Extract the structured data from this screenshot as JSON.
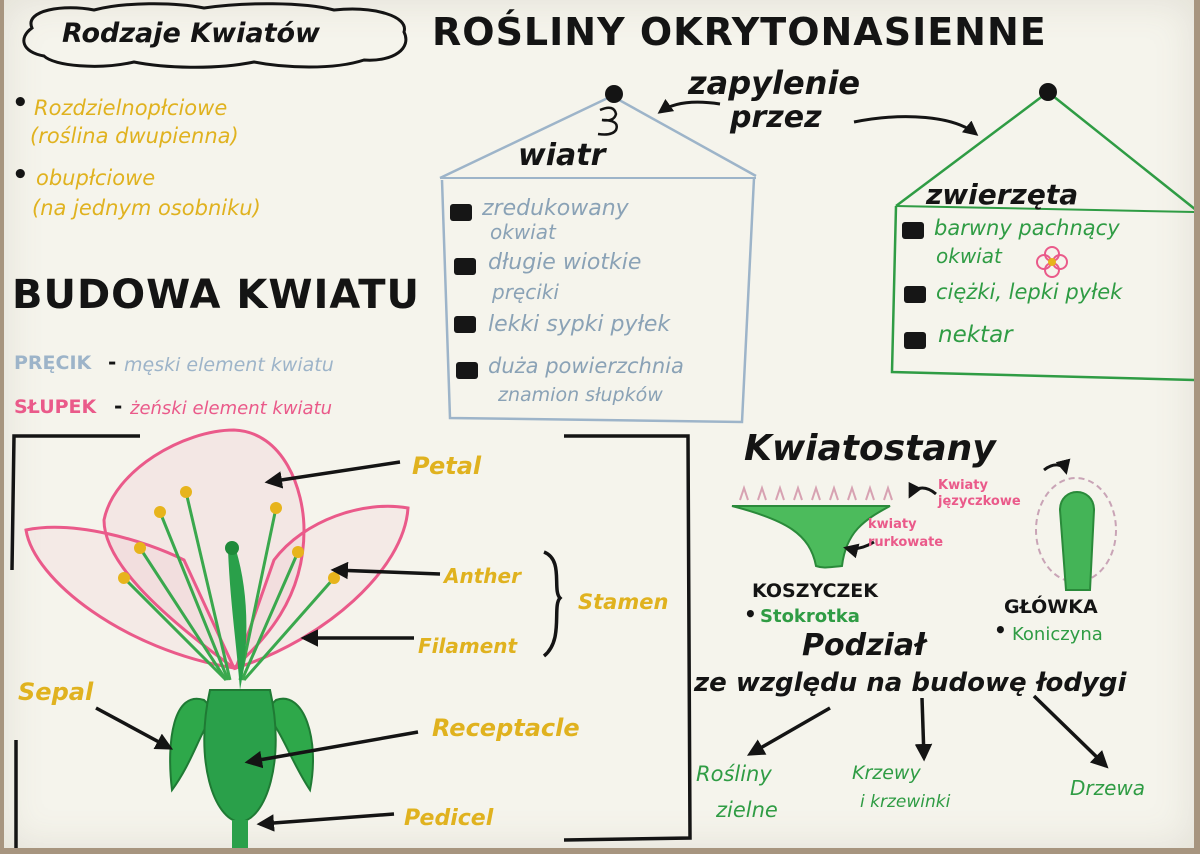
{
  "header": {
    "cloud_title": "Rodzaje Kwiatów",
    "main_title": "ROŚLINY OKRYTONASIENNE",
    "pollination_line1": "zapylenie",
    "pollination_line2": "przez"
  },
  "flower_types": [
    {
      "line1": "Rozdzielnopłciowe",
      "line2": "(roślina dwupienna)"
    },
    {
      "line1": "obupłciowe",
      "line2": "(na jednym osobniku)"
    }
  ],
  "structure": {
    "title": "BUDOWA KWIATU",
    "stamen_def_key": "PRĘCIK",
    "stamen_def_text": "męski element kwiatu",
    "pistil_def_key": "SŁUPEK",
    "pistil_def_text": "żeński element kwiatu"
  },
  "wind": {
    "title": "wiatr",
    "items": [
      {
        "line1": "zredukowany",
        "line2": "okwiat"
      },
      {
        "line1": "długie wiotkie",
        "line2": "pręciki"
      },
      {
        "line1": "lekki sypki pyłek",
        "line2": ""
      },
      {
        "line1": "duża powierzchnia",
        "line2": "znamion słupków"
      }
    ]
  },
  "animals": {
    "title": "zwierzęta",
    "items": [
      {
        "line1": "barwny pachnący",
        "line2": "okwiat"
      },
      {
        "line1": "ciężki, lepki pyłek",
        "line2": ""
      },
      {
        "line1": "nektar",
        "line2": ""
      }
    ]
  },
  "flower_labels": {
    "petal": "Petal",
    "anther": "Anther",
    "stamen": "Stamen",
    "filament": "Filament",
    "sepal": "Sepal",
    "receptacle": "Receptacle",
    "pedicel": "Pedicel"
  },
  "inflorescences": {
    "title": "Kwiatostany",
    "tongue_flowers": "Kwiaty języczkowe",
    "tube_flowers": "kwiaty rurkowate",
    "basket": "KOSZYCZEK",
    "basket_example": "Stokrotka",
    "head": "GŁÓWKA",
    "head_example": "Koniczyna"
  },
  "division": {
    "title": "Podział",
    "subtitle": "ze względu na budowę łodygi",
    "categories": [
      {
        "line1": "Rośliny",
        "line2": "zielne"
      },
      {
        "line1": "Krzewy",
        "line2": "i krzewinki"
      },
      {
        "line1": "Drzewa",
        "line2": ""
      }
    ]
  },
  "colors": {
    "paper": "#f5f4ec",
    "background": "#a7957f",
    "ink": "#141414",
    "yellow": "#e0b21f",
    "pink": "#ea5a8a",
    "blue": "#9db4c9",
    "green": "#2f9c44"
  }
}
